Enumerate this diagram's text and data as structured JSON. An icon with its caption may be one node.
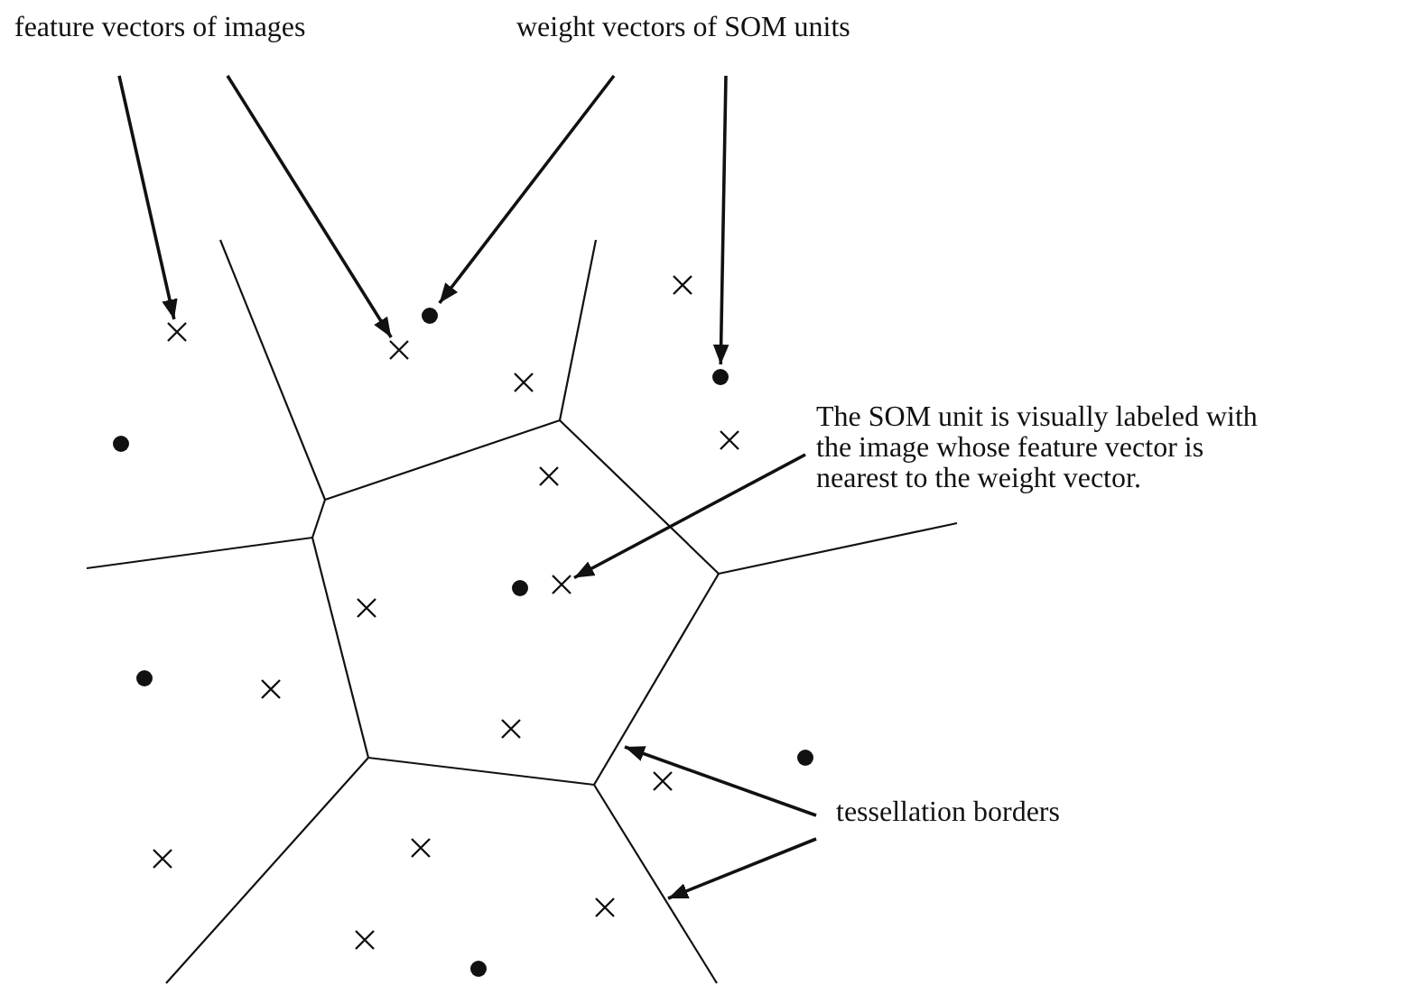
{
  "diagram": {
    "nodes": [
      {
        "text": [
          "feature vectors of images"
        ]
      },
      {
        "text": [
          "weight vectors of SOM units"
        ]
      },
      {
        "text": [
          "The SOM unit is visually labeled with the image whose feature vector is nearest to the weight vector."
        ]
      },
      {
        "text": [
          "tessellation borders"
        ]
      },
      {
        "text": [],
        "shape": "cross"
      },
      {
        "text": [],
        "shape": "cross"
      },
      {
        "text": [],
        "shape": "circle"
      },
      {
        "text": [],
        "shape": "circle"
      },
      {
        "text": [],
        "shape": "cross"
      }
    ],
    "edges": [
      {
        "from": 0,
        "to": 4,
        "arrow": "to"
      },
      {
        "from": 0,
        "to": 5,
        "arrow": "to"
      },
      {
        "from": 1,
        "to": 6,
        "arrow": "to"
      },
      {
        "from": 1,
        "to": 7,
        "arrow": "to"
      },
      {
        "from": 2,
        "to": 8,
        "arrow": "to"
      },
      {
        "from": 3,
        "to": null,
        "arrow": "to"
      },
      {
        "from": 3,
        "to": null,
        "arrow": "to"
      }
    ]
  }
}
